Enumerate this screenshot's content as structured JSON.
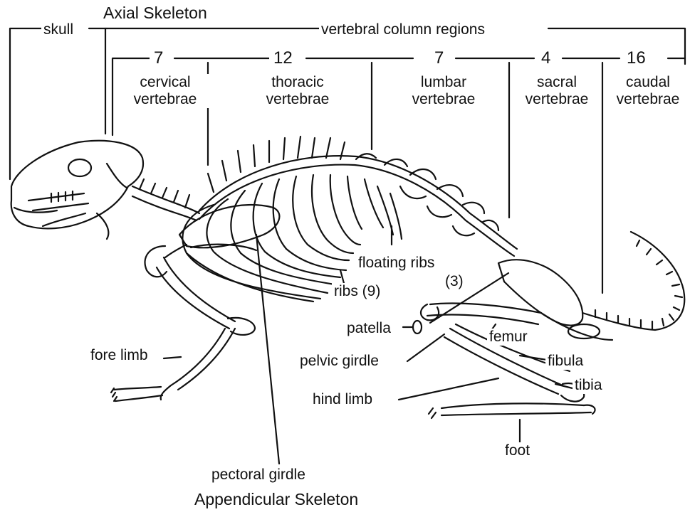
{
  "header": {
    "axial": "Axial Skeleton",
    "skull": "skull",
    "vertebral_regions": "vertebral column regions"
  },
  "regions": [
    {
      "count": "7",
      "line1": "cervical",
      "line2": "vertebrae"
    },
    {
      "count": "12",
      "line1": "thoracic",
      "line2": "vertebrae"
    },
    {
      "count": "7",
      "line1": "lumbar",
      "line2": "vertebrae"
    },
    {
      "count": "4",
      "line1": "sacral",
      "line2": "vertebrae"
    },
    {
      "count": "16",
      "line1": "caudal",
      "line2": "vertebrae"
    }
  ],
  "labels": {
    "floating_ribs": "floating ribs",
    "floating_ribs_count": "(3)",
    "ribs": "ribs (9)",
    "patella": "patella",
    "femur": "femur",
    "pelvic_girdle": "pelvic girdle",
    "fibula": "fibula",
    "tibia": "tibia",
    "fore_limb": "fore limb",
    "hind_limb": "hind limb",
    "foot": "foot",
    "pectoral_girdle": "pectoral girdle"
  },
  "footer": {
    "appendicular": "Appendicular Skeleton"
  },
  "colors": {
    "ink": "#111111",
    "background": "#ffffff"
  }
}
